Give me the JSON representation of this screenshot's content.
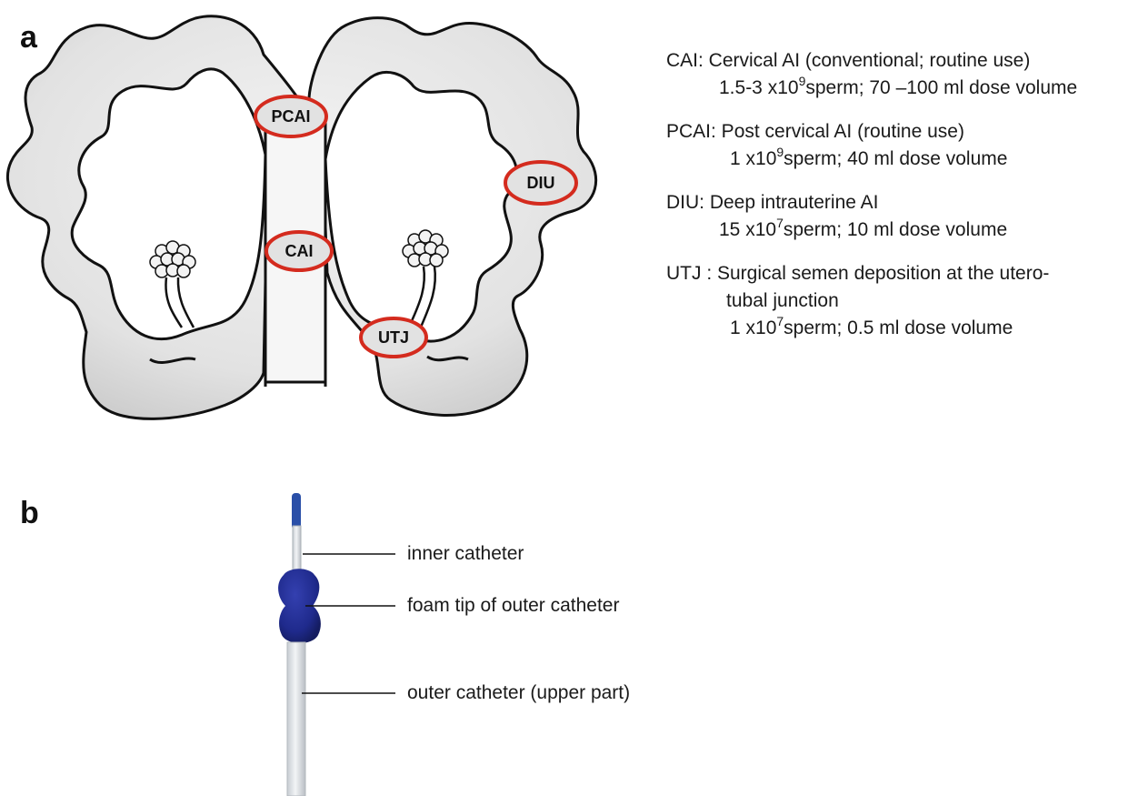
{
  "panel_a": {
    "letter": "a",
    "diagram_labels": {
      "pcai": "PCAI",
      "cai": "CAI",
      "diu": "DIU",
      "utj": "UTJ"
    },
    "legend": [
      {
        "title": "CAI: Cervical AI (conventional; routine use)",
        "dose_prefix": "1.5-3 x10",
        "dose_exp": "9",
        "dose_suffix": "sperm; 70 –100 ml dose volume"
      },
      {
        "title": "PCAI: Post cervical AI (routine use)",
        "dose_prefix": "1 x10",
        "dose_exp": "9",
        "dose_suffix": "sperm; 40 ml dose volume"
      },
      {
        "title": "DIU: Deep intrauterine AI",
        "dose_prefix": "15 x10",
        "dose_exp": "7",
        "dose_suffix": "sperm; 10 ml dose volume"
      },
      {
        "title": "UTJ : Surgical semen deposition at the utero-",
        "title_cont": "tubal junction",
        "dose_prefix": "1 x10",
        "dose_exp": "7",
        "dose_suffix": "sperm; 0.5 ml dose volume"
      }
    ]
  },
  "panel_b": {
    "letter": "b",
    "labels": {
      "inner": "inner catheter",
      "foam": "foam tip of outer catheter",
      "outer": "outer catheter (upper part)"
    }
  },
  "colors": {
    "highlight_ring": "#d42b1e",
    "tissue_fill": "#e9e9e9",
    "tissue_outline": "#111111",
    "foam_blue": "#1f2a8c"
  }
}
